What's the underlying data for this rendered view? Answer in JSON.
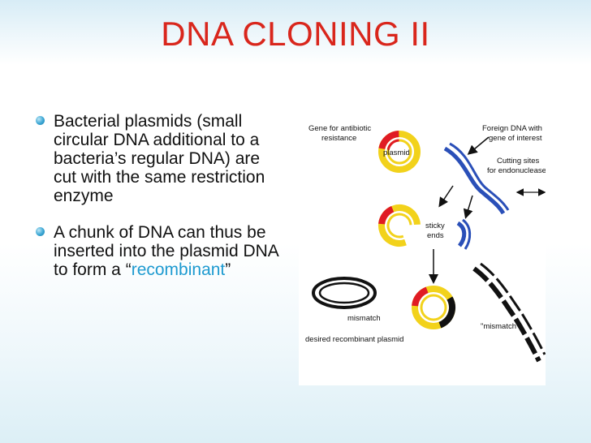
{
  "slide": {
    "title": "DNA CLONING II",
    "bullets": [
      {
        "text": "Bacterial plasmids (small circular DNA additional to a bacteria’s regular DNA) are cut with the same restriction enzyme"
      },
      {
        "pre": "A chunk of DNA can thus be inserted into the plasmid DNA to form a “",
        "highlight": "recombinant",
        "post": "”"
      }
    ]
  },
  "diagram": {
    "gene_label_1": "Gene for antibiotic",
    "gene_label_2": "resistance",
    "plasmid_label": "plasmid",
    "foreign_label_1": "Foreign DNA with",
    "foreign_label_2": "gene of interest",
    "cutting_label_1": "Cutting sites",
    "cutting_label_2": "for endonuclease",
    "sticky_label_1": "sticky",
    "sticky_label_2": "ends",
    "mismatch_label": "mismatch",
    "mismatch_right_label": "\"mismatch",
    "desired_label": "desired recombinant plasmid",
    "colors": {
      "red": "#e01b24",
      "yellow": "#f2d21b",
      "blue": "#2a4fb8",
      "black": "#111111"
    }
  }
}
